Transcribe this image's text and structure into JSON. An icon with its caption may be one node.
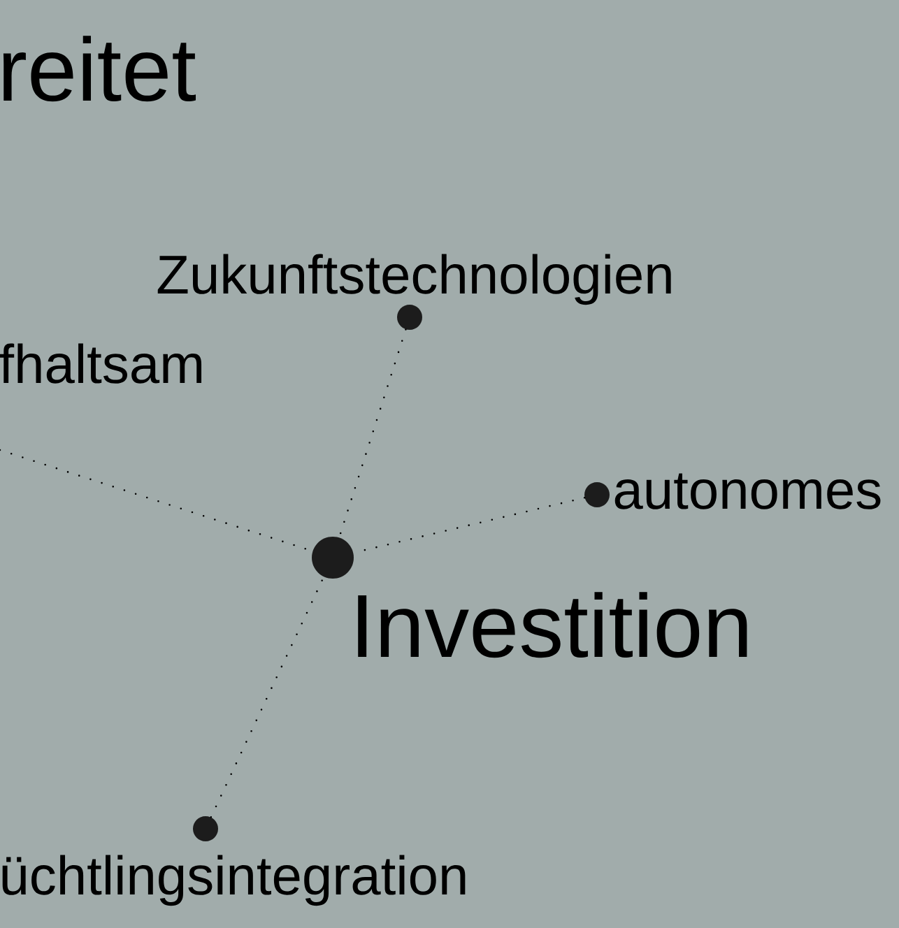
{
  "diagram": {
    "nodes": [
      {
        "text": [
          "Zukunftstechnologien"
        ]
      },
      {
        "text": [
          "Investition"
        ]
      },
      {
        "text": [
          "autonomes"
        ]
      },
      {
        "text": [
          "üchtlingsintegration"
        ]
      }
    ],
    "edges": [
      {
        "from": 0,
        "to": 1,
        "arrow": "none"
      },
      {
        "from": 2,
        "to": 1,
        "arrow": "none"
      },
      {
        "from": 3,
        "to": 1,
        "arrow": "none"
      },
      {
        "from": null,
        "to": 1,
        "arrow": "none"
      }
    ],
    "labels": [
      "reitet",
      "fhaltsam"
    ]
  }
}
